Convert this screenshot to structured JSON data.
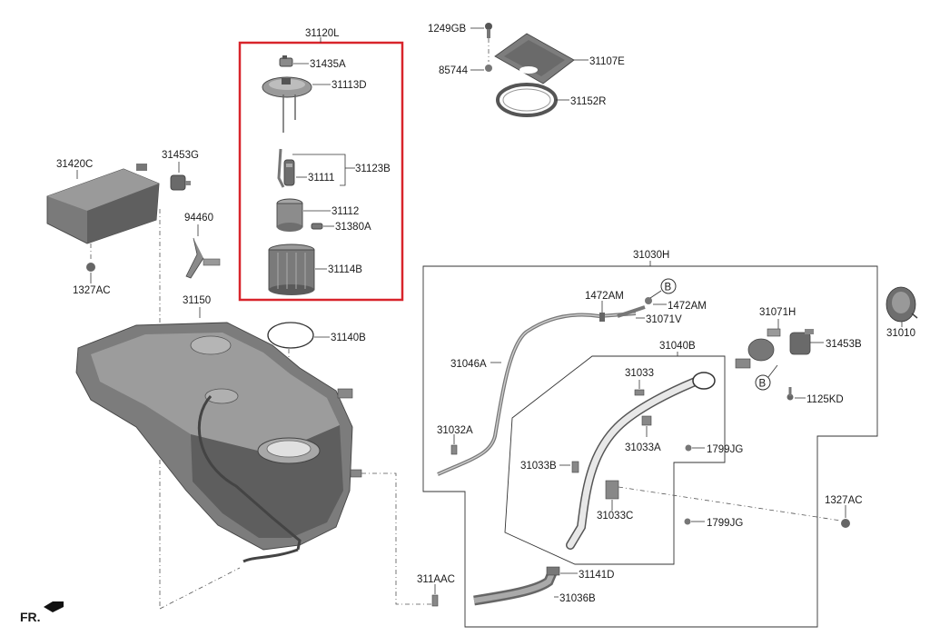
{
  "diagram": {
    "highlight_color": "#d8242b",
    "part_color": "#8a8a8a",
    "part_dark_color": "#555555",
    "part_light_color": "#bdbdbd",
    "labels": {
      "p31120L": "31120L",
      "p31435A": "31435A",
      "p31113D": "31113D",
      "p31123B": "31123B",
      "p31111": "31111",
      "p31112": "31112",
      "p31380A": "31380A",
      "p31114B": "31114B",
      "p31140B": "31140B",
      "p1249GB": "1249GB",
      "p85744": "85744",
      "p31107E": "31107E",
      "p31152R": "31152R",
      "p31420C": "31420C",
      "p31453G": "31453G",
      "p94460": "94460",
      "p1327AC_left": "1327AC",
      "p31150": "31150",
      "p31030H": "31030H",
      "p1472AM_left": "1472AM",
      "p1472AM_right": "1472AM",
      "p31071V": "31071V",
      "p31071H": "31071H",
      "p31453B": "31453B",
      "p31010": "31010",
      "p31040B": "31040B",
      "p31046A": "31046A",
      "p31033": "31033",
      "p31033A": "31033A",
      "p31032A": "31032A",
      "p31033B": "31033B",
      "p1799JG_top": "1799JG",
      "p1799JG_bottom": "1799JG",
      "p31033C": "31033C",
      "p1125KD": "1125KD",
      "p1327AC_right": "1327AC",
      "p311AAC": "311AAC",
      "p31141D": "31141D",
      "p31036B": "31036B",
      "callout_b1": "B",
      "callout_b2": "B",
      "fr": "FR."
    }
  }
}
